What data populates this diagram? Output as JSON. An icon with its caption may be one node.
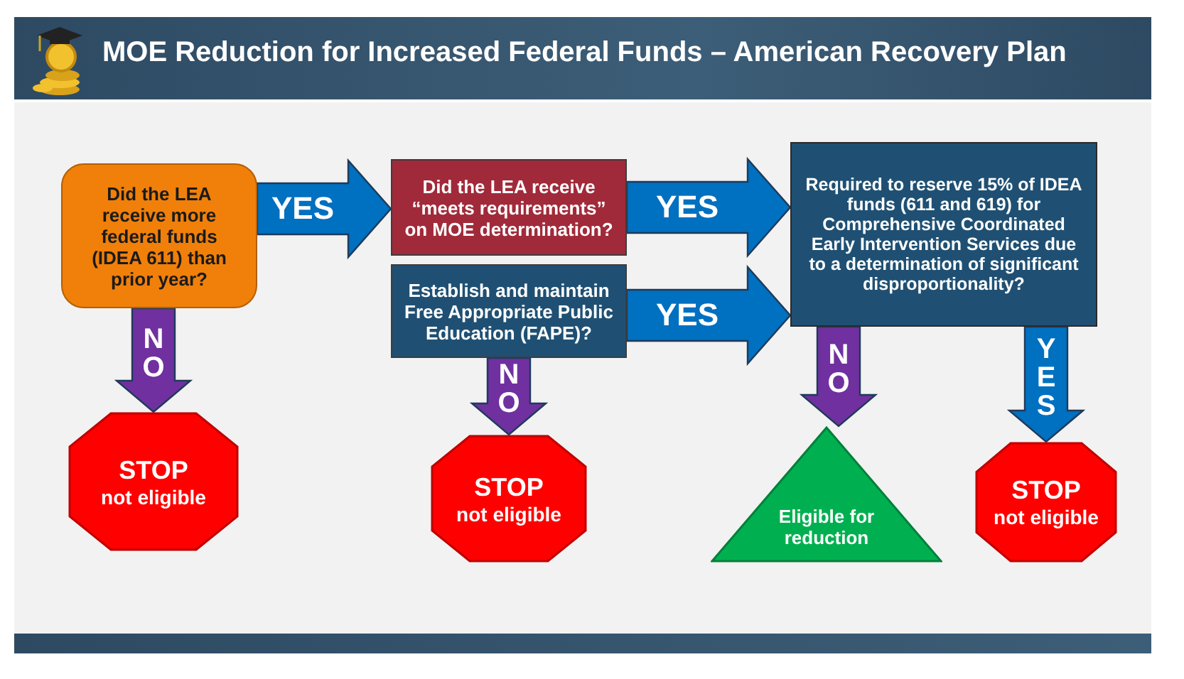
{
  "diagram": {
    "title": "MOE Reduction for Increased Federal Funds – American Recovery Plan",
    "nodes": [
      {
        "text": [
          "Did the LEA receive more federal funds (IDEA 611) than prior year?"
        ]
      },
      {
        "text": [
          "Did the LEA receive “meets requirements” on MOE determination?"
        ]
      },
      {
        "text": [
          "Establish and maintain Free Appropriate Public Education (FAPE)?"
        ]
      },
      {
        "text": [
          "Required to reserve 15% of IDEA funds (611 and 619) for Comprehensive Coordinated Early Intervention Services due to a determination of significant disproportionality?"
        ]
      },
      {
        "text": [
          "STOP",
          "not eligible"
        ]
      },
      {
        "text": [
          "STOP",
          "not eligible"
        ]
      },
      {
        "text": [
          "Eligible for reduction"
        ]
      },
      {
        "text": [
          "STOP",
          "not eligible"
        ]
      }
    ],
    "edges": [
      {
        "from": 0,
        "to": 1,
        "arrow": "to",
        "label": "YES"
      },
      {
        "from": 1,
        "to": 3,
        "arrow": "to",
        "label": "YES"
      },
      {
        "from": 2,
        "to": 3,
        "arrow": "to",
        "label": "YES"
      },
      {
        "from": 0,
        "to": 4,
        "arrow": "to",
        "label": "NO",
        "color": "#7030a0"
      },
      {
        "from": 2,
        "to": 5,
        "arrow": "to",
        "label": "NO",
        "color": "#7030a0"
      },
      {
        "from": 3,
        "to": 6,
        "arrow": "to",
        "label": "NO",
        "color": "#7030a0"
      },
      {
        "from": 3,
        "to": 7,
        "arrow": "to",
        "label": "YES"
      }
    ]
  }
}
